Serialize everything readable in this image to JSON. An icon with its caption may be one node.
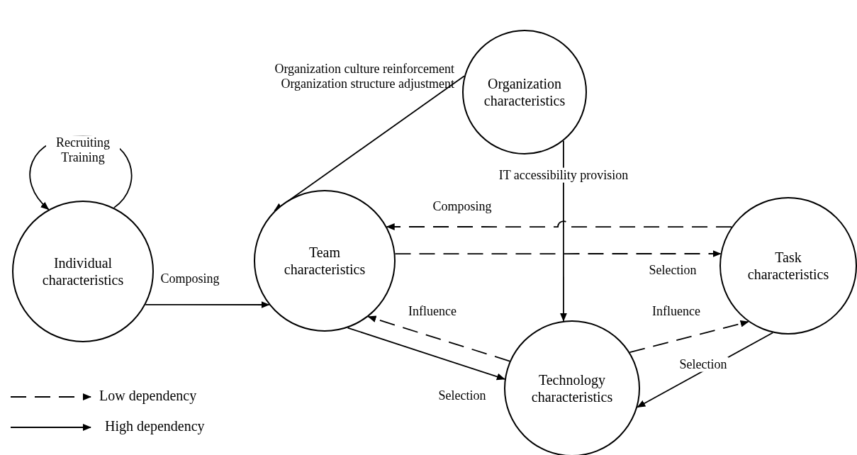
{
  "diagram": {
    "nodes": [
      {
        "text": [
          "Organization characteristics"
        ]
      },
      {
        "text": [
          "Individual characteristics"
        ]
      },
      {
        "text": [
          "Team characteristics"
        ]
      },
      {
        "text": [
          "Task characteristics"
        ]
      },
      {
        "text": [
          "Technology characteristics"
        ]
      }
    ],
    "edges": [
      {
        "from": 1,
        "to": 1,
        "arrow": "to",
        "label": "Recruiting Training"
      },
      {
        "from": 0,
        "to": 2,
        "arrow": "to",
        "label": "Organization culture reinforcement Organization structure adjustment"
      },
      {
        "from": 0,
        "to": 4,
        "arrow": "to",
        "label": "IT accessibility provision"
      },
      {
        "from": 1,
        "to": 2,
        "arrow": "to",
        "label": "Composing"
      },
      {
        "from": 3,
        "to": 2,
        "arrow": "to",
        "label": "Composing",
        "style": "dashed"
      },
      {
        "from": 2,
        "to": 3,
        "arrow": "to",
        "label": "Selection",
        "style": "dashed"
      },
      {
        "from": 4,
        "to": 2,
        "arrow": "to",
        "label": "Influence",
        "style": "dashed"
      },
      {
        "from": 2,
        "to": 4,
        "arrow": "to",
        "label": "Selection"
      },
      {
        "from": 4,
        "to": 3,
        "arrow": "to",
        "label": "Influence",
        "style": "dashed"
      },
      {
        "from": 3,
        "to": 4,
        "arrow": "to",
        "label": "Selection"
      }
    ],
    "legend": [
      {
        "text": "Low dependency"
      },
      {
        "text": "High dependency"
      }
    ]
  }
}
